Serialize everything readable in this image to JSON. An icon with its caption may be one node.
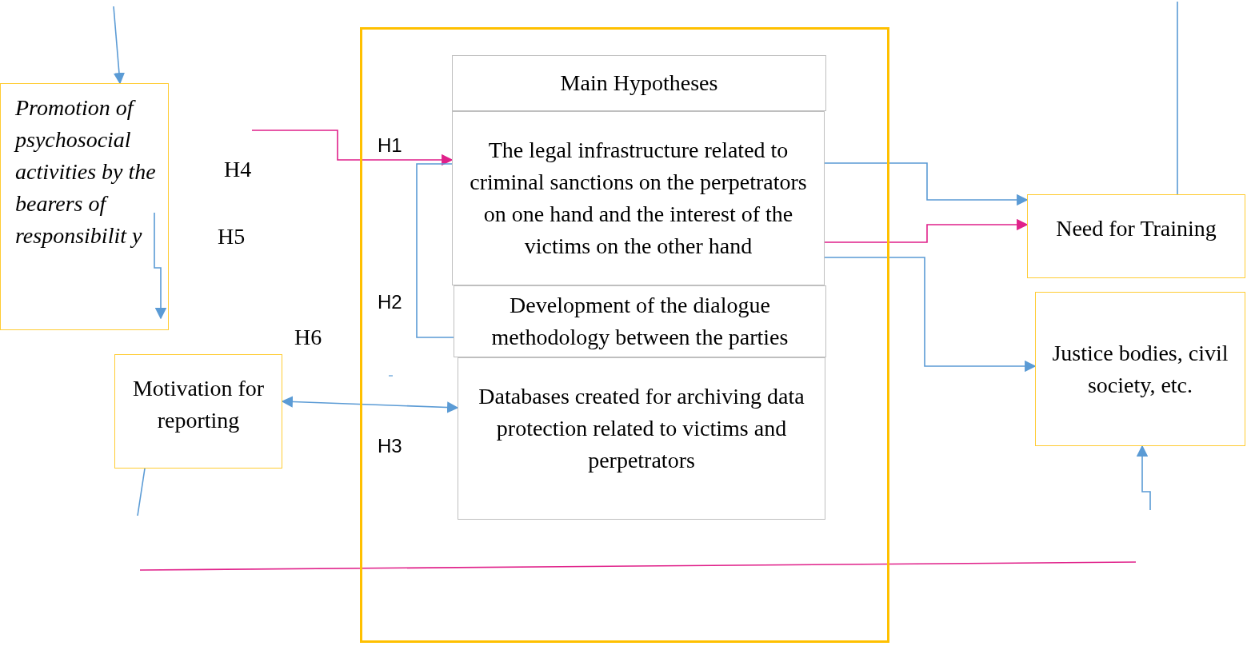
{
  "diagram": {
    "nodes": [
      {
        "text": [],
        "shape": "box"
      },
      {
        "text": [
          "Main Hypotheses"
        ],
        "in": 0
      },
      {
        "text": [
          "The legal infrastructure related to criminal sanctions on the perpetrators on one hand and the interest of the victims on the other hand"
        ],
        "in": 0
      },
      {
        "text": [
          "Development of the dialogue methodology between the parties"
        ],
        "in": 0
      },
      {
        "text": [
          "Databases created for archiving data protection related to victims and perpetrators"
        ],
        "in": 0
      },
      {
        "text": [
          "Promotion of psychosocial activities by the bearers of responsibilit y"
        ]
      },
      {
        "text": [
          "Motivation for reporting"
        ]
      },
      {
        "text": [
          "Need for Training"
        ]
      },
      {
        "text": [
          "Justice bodies, civil society, etc."
        ]
      }
    ],
    "edges": [
      {
        "from": null,
        "to": 5,
        "arrow": "to"
      },
      {
        "from": null,
        "to": 2,
        "arrow": "to",
        "color": "#e0218a"
      },
      {
        "from": 2,
        "to": 3,
        "arrow": "none"
      },
      {
        "from": 6,
        "to": 4,
        "arrow": "both"
      },
      {
        "from": 2,
        "to": 7,
        "arrow": "to"
      },
      {
        "from": 2,
        "to": 7,
        "arrow": "to",
        "color": "#e0218a"
      },
      {
        "from": 2,
        "to": 8,
        "arrow": "to"
      },
      {
        "from": null,
        "to": 8,
        "arrow": "to"
      },
      {
        "from": null,
        "to": 7,
        "arrow": "none"
      },
      {
        "from": null,
        "to": 6,
        "arrow": "none"
      }
    ],
    "labels": [
      "H1",
      "H4",
      "H5",
      "H2",
      "H6",
      "H3"
    ]
  }
}
